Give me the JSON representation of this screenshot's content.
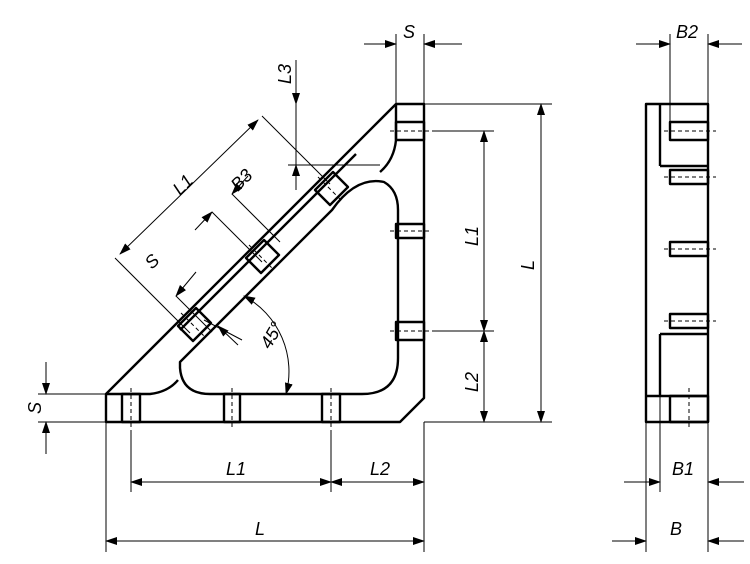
{
  "labels": {
    "S": "S",
    "L": "L",
    "L1": "L1",
    "L2": "L2",
    "L3": "L3",
    "B": "B",
    "B1": "B1",
    "B2": "B2",
    "B3": "B3",
    "angle": "45°"
  },
  "colors": {
    "line": "#000000",
    "background": "#ffffff"
  }
}
